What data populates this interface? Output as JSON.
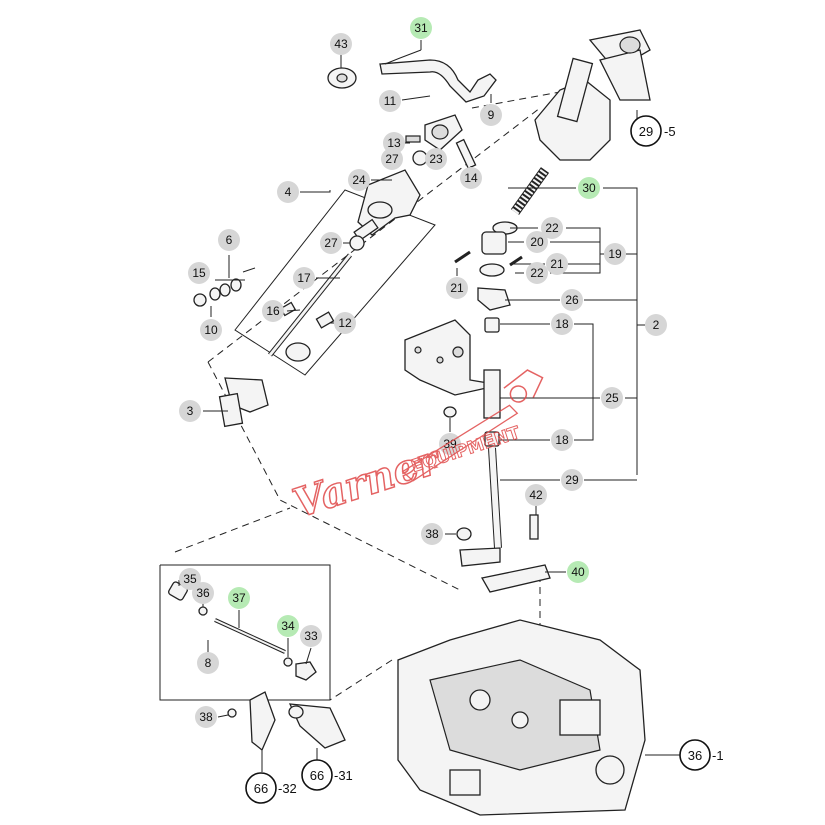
{
  "parts": {
    "p43": "43",
    "p31": "31",
    "p11": "11",
    "p9": "9",
    "p13": "13",
    "p23": "23",
    "p27a": "27",
    "p14": "14",
    "p4": "4",
    "p24": "24",
    "p6": "6",
    "p27b": "27",
    "p15": "15",
    "p17": "17",
    "p10": "10",
    "p16": "16",
    "p12": "12",
    "p3": "3",
    "p30": "30",
    "p22a": "22",
    "p20": "20",
    "p19": "19",
    "p21a": "21",
    "p21b": "21",
    "p22b": "22",
    "p26": "26",
    "p2": "2",
    "p18a": "18",
    "p25": "25",
    "p39": "39",
    "p18b": "18",
    "p29": "29",
    "p42": "42",
    "p38a": "38",
    "p40": "40",
    "p35": "35",
    "p36": "36",
    "p37": "37",
    "p34": "34",
    "p33": "33",
    "p8": "8",
    "p38b": "38",
    "p66a": "66",
    "p66b": "66",
    "p36ref": "36",
    "p29ref": "29"
  },
  "refs": {
    "r29": "-5",
    "r66a": "-32",
    "r66b": "-31",
    "r36": "-1"
  },
  "watermark": {
    "text1": "Varner",
    "text2": "EQUIPMENT",
    "color": "#e04848"
  },
  "colors": {
    "bubble_gray": "#d6d6d6",
    "bubble_green": "#b6eab4",
    "line": "#222222"
  }
}
